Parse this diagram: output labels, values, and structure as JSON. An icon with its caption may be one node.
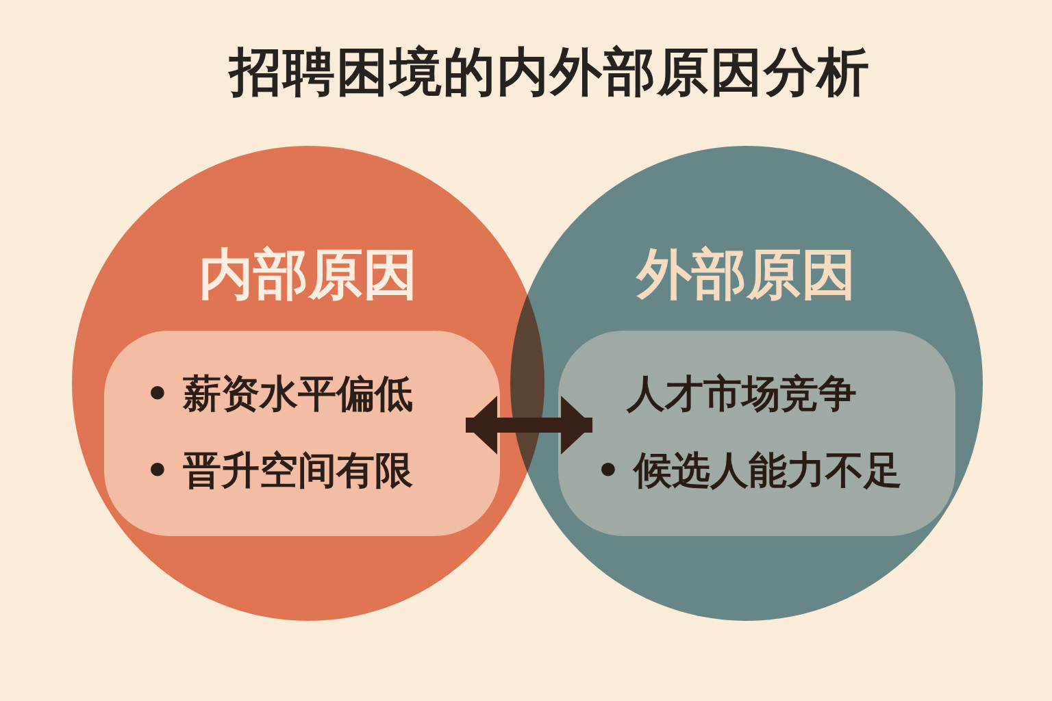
{
  "diagram": {
    "title": "招聘困境的内外部原因分析",
    "nodes": [
      {
        "text": [
          "内部原因"
        ]
      },
      {
        "text": [
          "• 薪资水平偏低",
          "• 晋升空间有限"
        ],
        "in": 0
      },
      {
        "text": [
          "外部原因"
        ]
      },
      {
        "text": [
          "人才市场竞争",
          "• 候选人能力不足"
        ],
        "in": 2
      }
    ],
    "edges": [
      {
        "from": 1,
        "to": 3,
        "arrow": "both"
      }
    ]
  }
}
